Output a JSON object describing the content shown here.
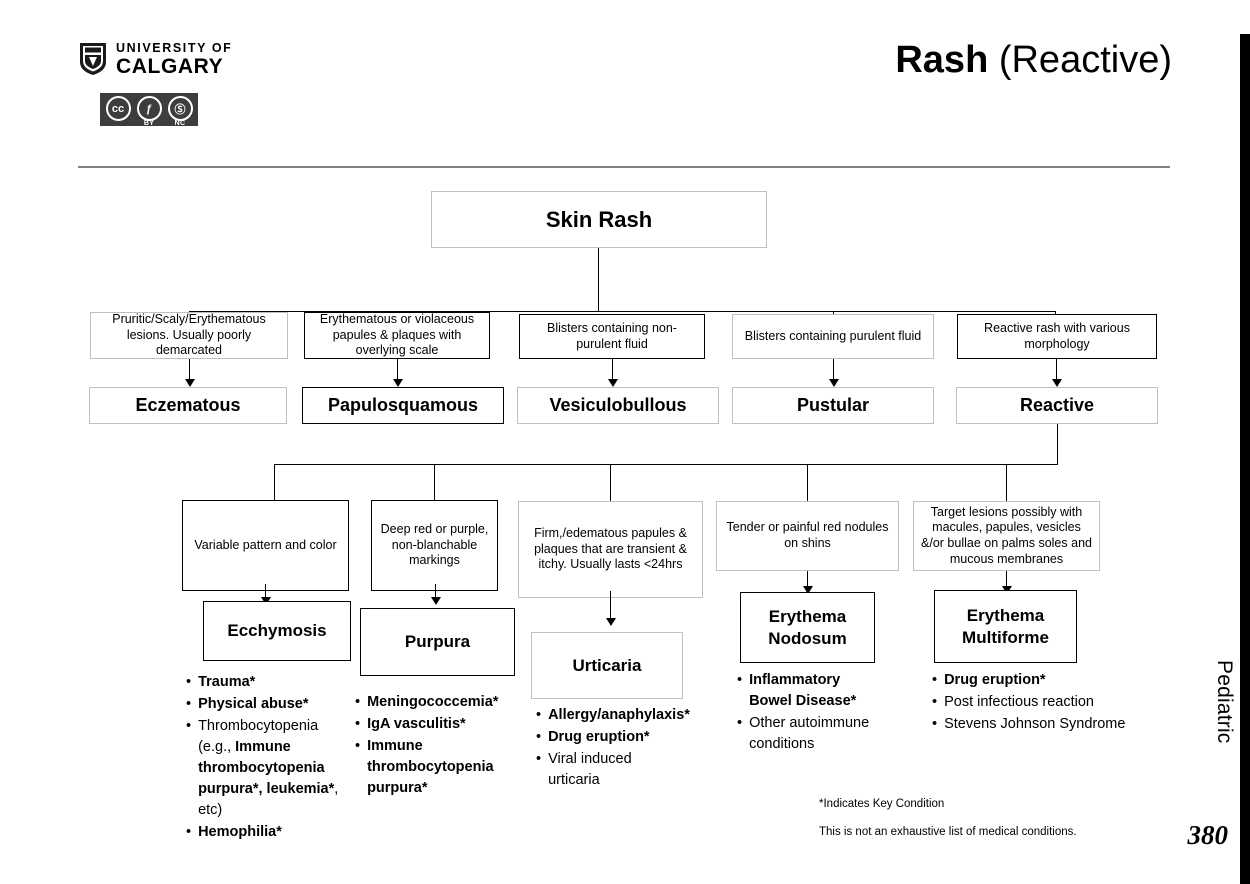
{
  "branding": {
    "university_line1": "UNIVERSITY OF",
    "university_line2": "CALGARY",
    "shield_icon": "shield-icon",
    "license_icon": "creative-commons-icon",
    "license_cc": "cc",
    "license_by_symbol": "ƒ",
    "license_nc_symbol": "Ⓢ",
    "license_by_label": "BY",
    "license_nc_label": "NC"
  },
  "header": {
    "title_bold": "Rash",
    "title_rest": " (Reactive)",
    "side_label": "Pediatric",
    "page_number": "380"
  },
  "flowchart": {
    "root": {
      "label": "Skin Rash"
    },
    "level1_descriptors": [
      {
        "id": "d-eczematous",
        "text": "Pruritic/Scaly/Erythematous lesions. Usually poorly demarcated"
      },
      {
        "id": "d-papulosquamous",
        "text": "Erythematous or violaceous papules & plaques with overlying scale"
      },
      {
        "id": "d-vesiculobullous",
        "text": "Blisters containing non-purulent fluid"
      },
      {
        "id": "d-pustular",
        "text": "Blisters containing purulent fluid"
      },
      {
        "id": "d-reactive",
        "text": "Reactive rash with various morphology"
      }
    ],
    "level1_categories": [
      {
        "id": "c-eczematous",
        "label": "Eczematous"
      },
      {
        "id": "c-papulosquamous",
        "label": "Papulosquamous"
      },
      {
        "id": "c-vesiculobullous",
        "label": "Vesiculobullous"
      },
      {
        "id": "c-pustular",
        "label": "Pustular"
      },
      {
        "id": "c-reactive",
        "label": "Reactive"
      }
    ],
    "level2_descriptors": [
      {
        "id": "d-ecchymosis",
        "text": "Variable pattern and color"
      },
      {
        "id": "d-purpura",
        "text": "Deep red or purple, non-blanchable markings"
      },
      {
        "id": "d-urticaria",
        "text": "Firm,/edematous papules & plaques that are transient & itchy. Usually lasts <24hrs"
      },
      {
        "id": "d-nodosum",
        "text": "Tender or painful red nodules on shins"
      },
      {
        "id": "d-multiforme",
        "text": "Target lesions possibly with macules, papules, vesicles &/or bullae on palms soles and mucous membranes"
      }
    ],
    "diagnoses": [
      {
        "id": "dx-ecchymosis",
        "label": "Ecchymosis"
      },
      {
        "id": "dx-purpura",
        "label": "Purpura"
      },
      {
        "id": "dx-urticaria",
        "label": "Urticaria"
      },
      {
        "id": "dx-nodosum",
        "label": "Erythema Nodosum"
      },
      {
        "id": "dx-multiforme",
        "label": "Erythema Multiforme"
      }
    ],
    "cause_lists": {
      "ecchymosis": [
        {
          "bullet": "•",
          "parts": [
            {
              "text": "Trauma*",
              "bold": true
            }
          ]
        },
        {
          "bullet": "•",
          "parts": [
            {
              "text": "Physical abuse*",
              "bold": true
            }
          ]
        },
        {
          "bullet": "•",
          "parts": [
            {
              "text": "Thrombocytopenia (e.g., ",
              "bold": false
            },
            {
              "text": "Immune thrombocytopenia purpura*, leukemia*",
              "bold": true
            },
            {
              "text": ", etc)",
              "bold": false
            }
          ]
        },
        {
          "bullet": "•",
          "parts": [
            {
              "text": "Hemophilia*",
              "bold": true
            }
          ]
        }
      ],
      "purpura": [
        {
          "bullet": "•",
          "parts": [
            {
              "text": "Meningococcemia*",
              "bold": true
            }
          ]
        },
        {
          "bullet": "•",
          "parts": [
            {
              "text": "IgA vasculitis*",
              "bold": true
            }
          ]
        },
        {
          "bullet": "•",
          "parts": [
            {
              "text": "Immune thrombocytopenia purpura*",
              "bold": true
            }
          ]
        }
      ],
      "urticaria": [
        {
          "bullet": "•",
          "parts": [
            {
              "text": "Allergy/anaphylaxis*",
              "bold": true
            }
          ]
        },
        {
          "bullet": "•",
          "parts": [
            {
              "text": "Drug eruption*",
              "bold": true
            }
          ]
        },
        {
          "bullet": "•",
          "parts": [
            {
              "text": "Viral induced urticaria",
              "bold": false
            }
          ]
        }
      ],
      "nodosum": [
        {
          "bullet": "•",
          "parts": [
            {
              "text": "Inflammatory Bowel Disease*",
              "bold": true
            }
          ]
        },
        {
          "bullet": "•",
          "parts": [
            {
              "text": "Other autoimmune conditions",
              "bold": false
            }
          ]
        }
      ],
      "multiforme": [
        {
          "bullet": "•",
          "parts": [
            {
              "text": "Drug eruption*",
              "bold": true
            }
          ]
        },
        {
          "bullet": "•",
          "parts": [
            {
              "text": "Post infectious reaction",
              "bold": false
            }
          ]
        },
        {
          "bullet": "•",
          "parts": [
            {
              "text": "Stevens Johnson Syndrome",
              "bold": false
            }
          ]
        }
      ]
    }
  },
  "footnotes": {
    "key_condition": "*Indicates Key Condition",
    "disclaimer": "This is not an exhaustive list of medical conditions."
  },
  "colors": {
    "rule": "#7f7f7f",
    "box_border": "#000000",
    "box_border_light": "#bfbfbf",
    "sidebar": "#000000",
    "cc_background": "#3d3d3d"
  }
}
